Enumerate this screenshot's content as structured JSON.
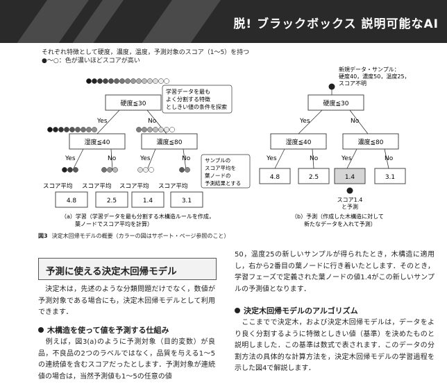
{
  "header": {
    "title": "脱! ブラックボックス 説明可能なAI"
  },
  "intro": {
    "line1": "それぞれ特徴として硬度，濃度，温度，予測対象のスコア（1〜5）を持つ",
    "line2": "●〜○：色が濃いほどスコアが高い"
  },
  "figure": {
    "a": {
      "annotation_top": [
        "学習データを最も",
        "よく分割する特徴",
        "としきい値の条件を探索"
      ],
      "annotation_right": [
        "サンプルの",
        "スコア平均を",
        "葉ノードの",
        "予測結果とする"
      ],
      "root": "硬度≦30",
      "mid_left": "湿度≦40",
      "mid_right": "濃度≦80",
      "branch_yes": "Yes",
      "branch_no": "No",
      "leaf_label": "スコア平均",
      "leaves": [
        "4.8",
        "2.5",
        "1.4",
        "3.1"
      ],
      "sublabel": "（a）学習（学習データを最も分割する木構造ルールを作成，",
      "sublabel2": "葉ノードでスコア平均を計算）"
    },
    "b": {
      "sample_info": [
        "新規データ・サンプル：",
        "硬度40，濃度50，温度25，",
        "スコア不明"
      ],
      "root": "硬度≦30",
      "mid_left": "湿度≦40",
      "mid_right": "濃度≦80",
      "leaves": [
        "4.8",
        "2.5",
        "1.4",
        "3.1"
      ],
      "highlight_text": [
        "スコア1.4",
        "と予測"
      ],
      "sublabel": "（b）予測（作成した木構造に対して",
      "sublabel2": "新たなデータを入れて予測）"
    },
    "caption_num": "図3",
    "caption_text": "決定木回帰モデルの概要（カラーの図はサポート・ページ参照のこと）"
  },
  "left_column": {
    "section_title": "予測に使える決定木回帰モデル",
    "para1": "　決定木は，先述のような分類問題だけでなく，数値が予測対象である場合にも，決定木回帰モデルとして利用できます．",
    "subheading": "木構造を使って値を予測する仕組み",
    "para2": "　例えば，図3(a)のように予測対象（目的変数）が良品，不良品の2つのラベルではなく，品質を与える1〜5の連続値を含むスコアだったとします．予測対象が連続値の場合は，当然予測値も1〜5の任意の値"
  },
  "right_column": {
    "para1": "50，温度25の新しいサンプルが得られたとき，木構造に適用し，右から2番目の葉ノードに行き着いたとします．そのとき，学習フェーズで定義された葉ノードの値1.4がこの新しいサンプルの予測値となります．",
    "subheading": "決定木回帰モデルのアルゴリズム",
    "para2": "　ここまでで決定木，および決定木回帰モデルは，データをより良く分割するように特徴としきい値（基準）を決めたものと説明しました．この基準は数式で表されます．このデータの分割方法の具体的な計算方法を，決定木回帰モデルの学習過程を示した図4で解説します．"
  },
  "colors": {
    "header_bg": "#2a2a2a",
    "node_highlight": "#d6d6d6",
    "dot_dark": "#222222",
    "dot_light": "#ffffff"
  }
}
